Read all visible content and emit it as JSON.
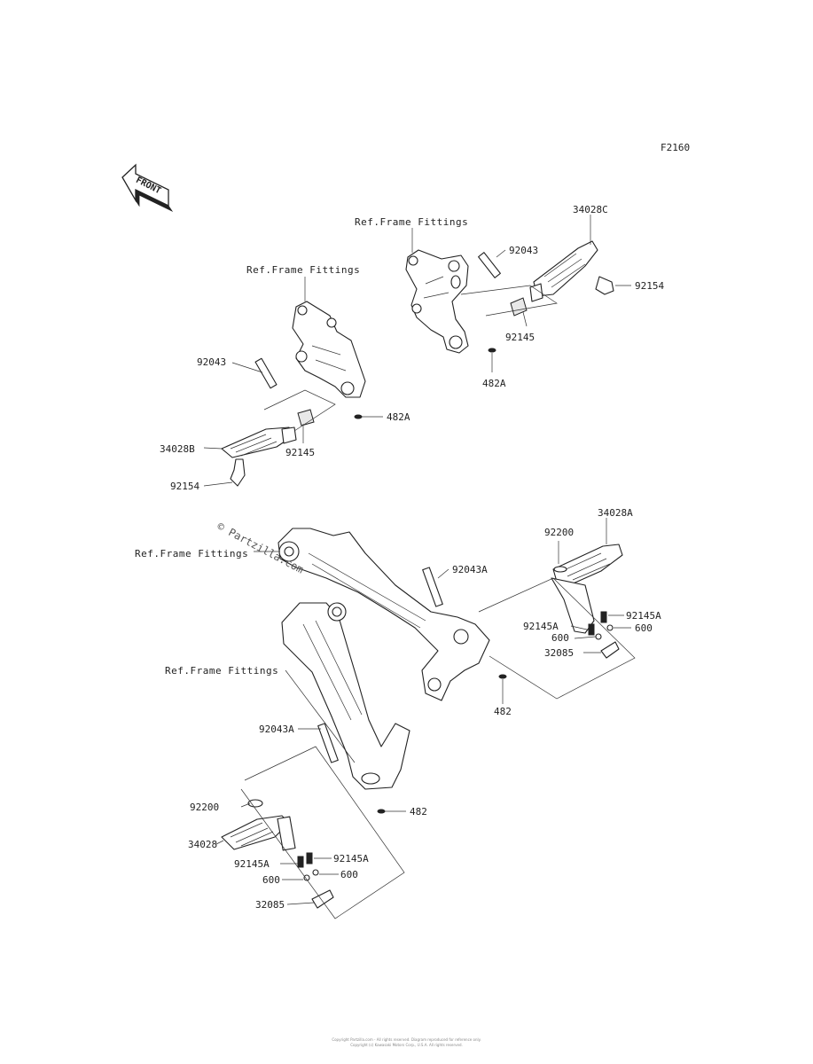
{
  "figure_code": "F2160",
  "front_arrow": {
    "label": "FRONT"
  },
  "reference_labels": {
    "ref_frame_upper_right": "Ref.Frame Fittings",
    "ref_frame_upper_left": "Ref.Frame Fittings",
    "ref_frame_lower_1": "Ref.Frame Fittings",
    "ref_frame_lower_2": "Ref.Frame Fittings"
  },
  "watermark": "© Partzilla.com",
  "part_labels": {
    "p34028C": "34028C",
    "p92043_ur": "92043",
    "p92154_ur": "92154",
    "p92145_ur": "92145",
    "p482A_ur": "482A",
    "p92043_ul": "92043",
    "p482A_ul": "482A",
    "p34028B": "34028B",
    "p92145_ul": "92145",
    "p92154_ul": "92154",
    "p34028A": "34028A",
    "p92200_r": "92200",
    "p92043A_r": "92043A",
    "p92145A_r1": "92145A",
    "p92145A_r2": "92145A",
    "p600_r1": "600",
    "p600_r2": "600",
    "p32085_r": "32085",
    "p482_r": "482",
    "p92043A_l": "92043A",
    "p482_l": "482",
    "p92200_l": "92200",
    "p34028": "34028",
    "p92145A_l1": "92145A",
    "p92145A_l2": "92145A",
    "p600_l1": "600",
    "p600_l2": "600",
    "p32085_l": "32085"
  },
  "footer": {
    "line1": "Copyright Partzilla.com - All rights reserved. Diagram reproduced for reference only.",
    "line2": "Copyright (c) Kawasaki Motors Corp., U.S.A. All rights reserved."
  }
}
